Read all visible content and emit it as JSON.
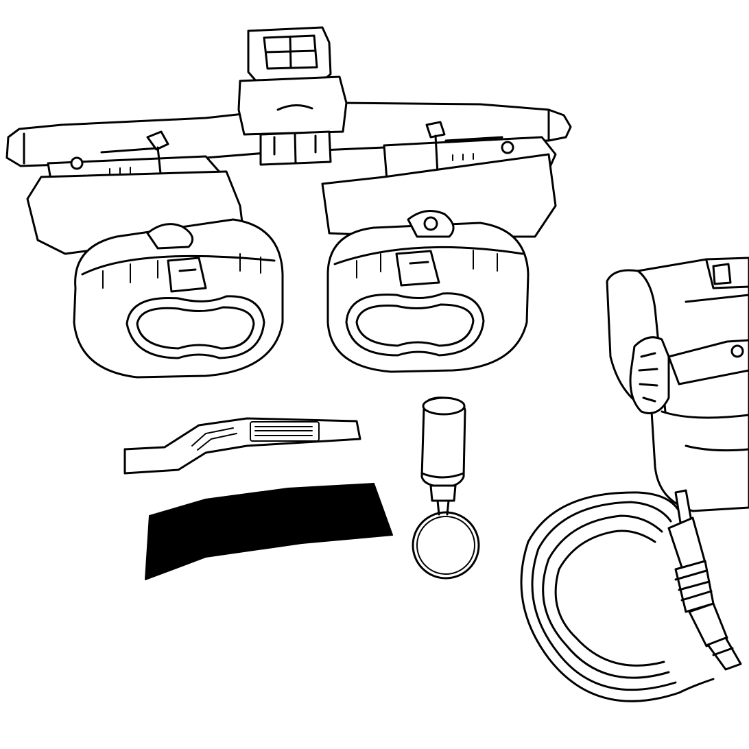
{
  "image": {
    "style": "black-and-white line drawing",
    "background_color": "#ffffff",
    "ink_color": "#000000"
  },
  "objects": [
    {
      "name": "night-vision-goggles",
      "label": ""
    },
    {
      "name": "head-mount-unit",
      "label": ""
    },
    {
      "name": "printed-label-strip",
      "label": ""
    },
    {
      "name": "black-fabric-strap",
      "label": ""
    },
    {
      "name": "cylinder-keyring",
      "label": ""
    },
    {
      "name": "coiled-power-cable",
      "label": ""
    }
  ]
}
